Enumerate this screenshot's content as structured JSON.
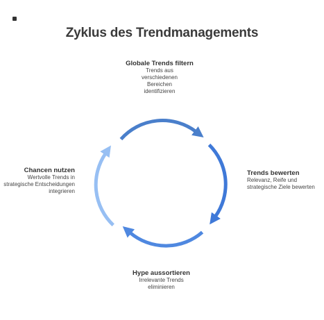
{
  "title": "Zyklus des Trendmanagements",
  "colors": {
    "arc_top": "#4a7fcb",
    "arc_right": "#3f79d8",
    "arc_bottom": "#4f88e0",
    "arc_left": "#97bff3"
  },
  "nodes": [
    {
      "heading": "Globale Trends filtern",
      "text": "Trends aus verschiedenen Bereichen identifizieren"
    },
    {
      "heading": "Trends bewerten",
      "text": "Relevanz, Reife und strategische Ziele bewerten"
    },
    {
      "heading": "Hype aussortieren",
      "text": "Irrelevante Trends eliminieren"
    },
    {
      "heading": "Chancen nutzen",
      "text": "Wertvolle Trends in strategische Entscheidungen integrieren"
    }
  ]
}
